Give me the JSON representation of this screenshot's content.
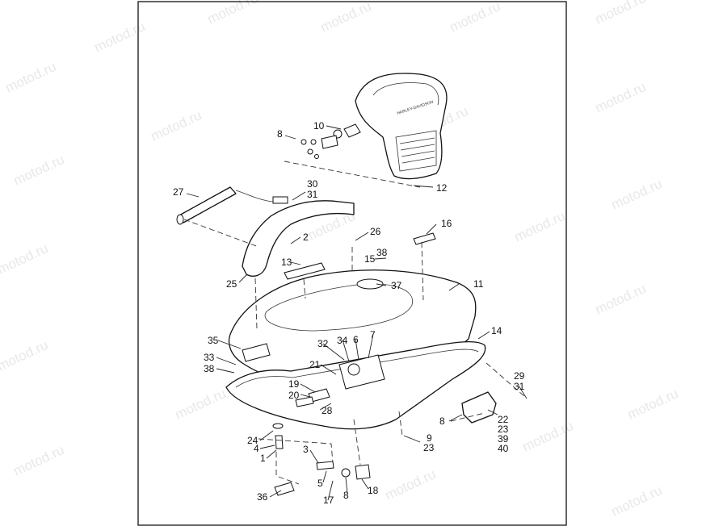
{
  "watermark": "motod.ru",
  "seat_brand_text": "HARLEY-DAVIDSON",
  "callouts": {
    "c1": "1",
    "c2": "2",
    "c3": "3",
    "c4": "4",
    "c5": "5",
    "c6": "6",
    "c7": "7",
    "c8_top": "8",
    "c8_right": "8",
    "c8_bottom": "8",
    "c9": "9",
    "c10": "10",
    "c11": "11",
    "c12": "12",
    "c13": "13",
    "c14": "14",
    "c15": "15",
    "c16": "16",
    "c17": "17",
    "c18": "18",
    "c19": "19",
    "c20": "20",
    "c21": "21",
    "c22": "22",
    "c23_a": "23",
    "c23_b": "23",
    "c24": "24",
    "c25": "25",
    "c26": "26",
    "c27": "27",
    "c28": "28",
    "c29": "29",
    "c30": "30",
    "c31_a": "31",
    "c31_b": "31",
    "c32": "32",
    "c33": "33",
    "c34": "34",
    "c35": "35",
    "c36": "36",
    "c37": "37",
    "c38_a": "38",
    "c38_b": "38",
    "c39": "39",
    "c40": "40"
  }
}
